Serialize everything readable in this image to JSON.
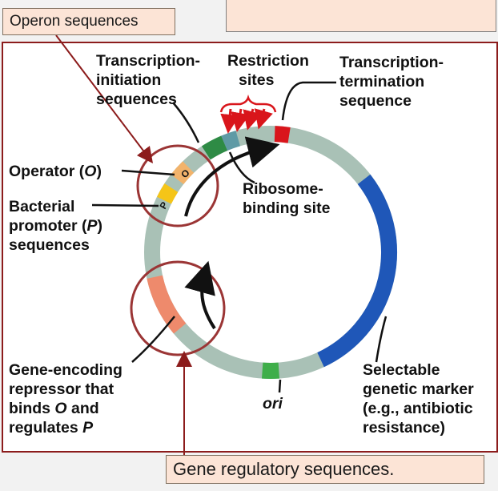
{
  "callouts": {
    "operon_sequences": "Operon sequences",
    "gene_regulatory_sequences": "Gene regulatory sequences."
  },
  "labels": {
    "transcription_initiation": [
      "Transcription-",
      "initiation",
      "sequences"
    ],
    "restriction_sites": [
      "Restriction",
      "sites"
    ],
    "transcription_termination": [
      "Transcription-",
      "termination",
      "sequence"
    ],
    "operator": "Operator (",
    "operator_symbol": "O",
    "operator_close": ")",
    "bacterial_promoter": [
      "Bacterial",
      "promoter (",
      "P",
      ")",
      "sequences"
    ],
    "ribosome_binding": [
      "Ribosome-",
      "binding site"
    ],
    "gene_encoding": [
      "Gene-encoding",
      "repressor that",
      "binds ",
      "O",
      " and",
      "regulates ",
      "P"
    ],
    "selectable_marker": [
      "Selectable",
      "genetic marker",
      "(e.g., antibiotic",
      "resistance)"
    ],
    "ori": "ori"
  },
  "segment_letters": {
    "operator": "O",
    "promoter": "P"
  },
  "colors": {
    "plasmid": "#a9c1b6",
    "plasmid_edge": "#ffffff",
    "termination": "#d9151b",
    "marker": "#1f57b8",
    "ori": "#3fae4a",
    "initiation": "#2e8b45",
    "rbs": "#5f9aa5",
    "operator": "#f2b36b",
    "promoter": "#f5c518",
    "repressor_gene": "#ee8a6c",
    "circle_outline": "#9b3535",
    "callout_fill": "#fce4d6"
  }
}
